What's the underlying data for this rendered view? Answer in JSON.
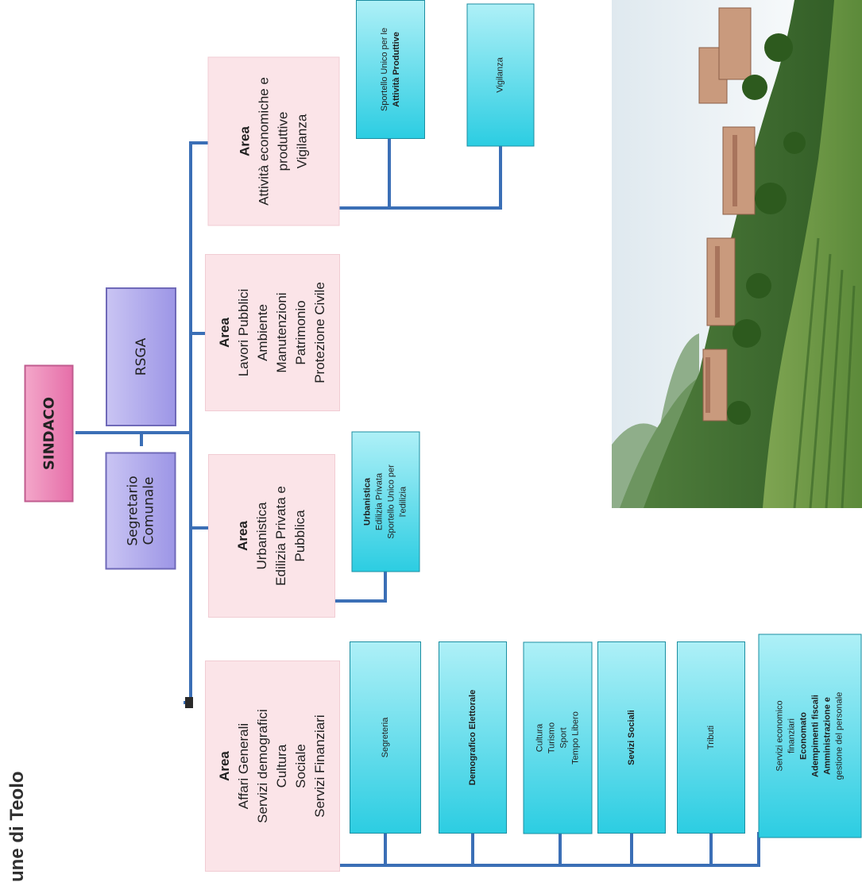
{
  "title": "une di Teolo",
  "sindaco": "SINDACO",
  "segretario": [
    "Segretario",
    "Comunale"
  ],
  "rsga": "RSGA",
  "areas": {
    "affari": [
      "Area",
      "Affari Generali",
      "Servizi demografici",
      "Cultura",
      "Sociale",
      "Servizi Finanziari"
    ],
    "urbanistica": [
      "Area",
      "Urbanistica",
      "Edilizia Privata e",
      "Pubblica"
    ],
    "lavori": [
      "Area",
      "Lavori Pubblici",
      "Ambiente",
      "Manutenzioni",
      "Patrimonio",
      "Protezione Civile"
    ],
    "attivita": [
      "Area",
      "Attività economiche e",
      "produttive",
      "Vigilanza"
    ]
  },
  "services": {
    "segreteria": "Segreteria",
    "demografico": "Demografico Elettorale",
    "cultura": [
      "Cultura",
      "Turismo",
      "Sport",
      "Tempo Libero"
    ],
    "sociali": "Sevizi Sociali",
    "tributi": "Tributi",
    "economico": [
      "Servizi economico",
      "finanziari",
      "Economato",
      "Adempimenti fiscali",
      "Amministrazione e",
      "gestione del personale"
    ],
    "urbanistica": [
      "Urbanistica",
      "Edilizia Privata",
      "Sportello Unico per",
      "l'edilizia"
    ],
    "suap": [
      "Sportello Unico per le",
      "Attività Produttive"
    ],
    "vigilanza": "Vigilanza"
  },
  "colors": {
    "connector": "#3b6fb6",
    "sindaco": "#e66fa9",
    "staff": "#9d96e6",
    "area": "#fbe4e8",
    "service": "#2ccde2"
  }
}
